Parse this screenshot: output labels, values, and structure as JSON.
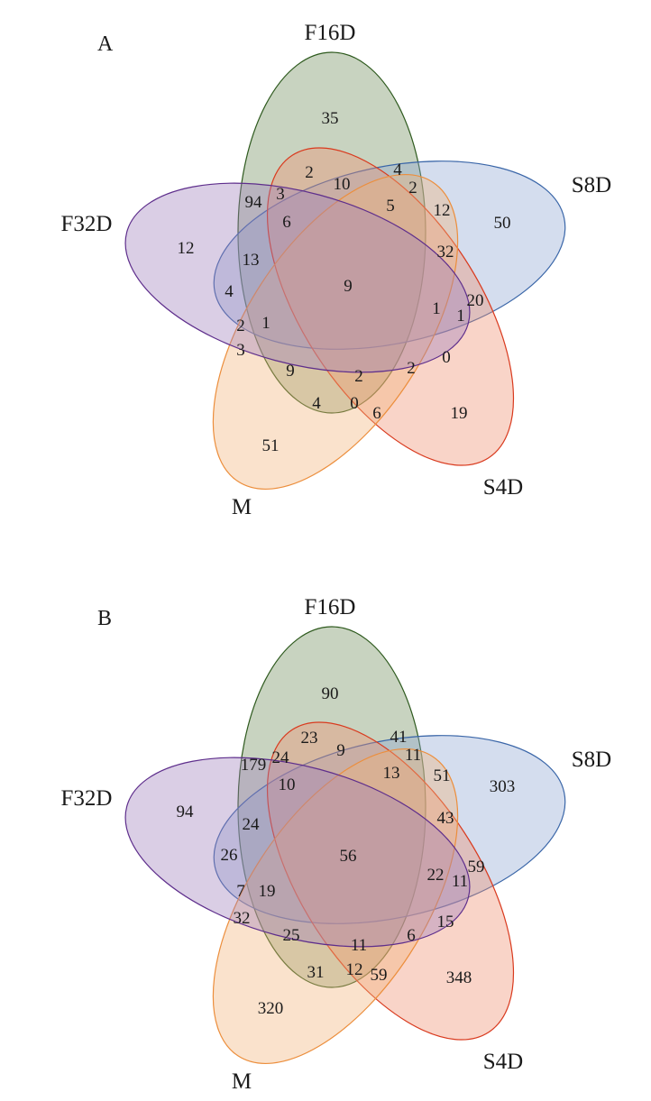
{
  "colors": {
    "F16D": {
      "fill": "#6f8c5a",
      "stroke": "#2e5a1e"
    },
    "S8D": {
      "fill": "#8ea6d2",
      "stroke": "#3a66a8"
    },
    "S4D": {
      "fill": "#ee8f6e",
      "stroke": "#d93a1e"
    },
    "M": {
      "fill": "#f2b27a",
      "stroke": "#ec8e3c"
    },
    "F32D": {
      "fill": "#9d7fba",
      "stroke": "#5e2e8c"
    }
  },
  "panels": [
    {
      "label": "A",
      "sets": {
        "F16D": "F16D",
        "S8D": "S8D",
        "S4D": "S4D",
        "M": "M",
        "F32D": "F32D"
      },
      "counts": [
        "35",
        "2",
        "10",
        "4",
        "2",
        "12",
        "50",
        "94",
        "3",
        "6",
        "5",
        "32",
        "12",
        "13",
        "9",
        "4",
        "1",
        "20",
        "2",
        "1",
        "1",
        "3",
        "9",
        "2",
        "2",
        "0",
        "4",
        "0",
        "6",
        "19",
        "51"
      ]
    },
    {
      "label": "B",
      "sets": {
        "F16D": "F16D",
        "S8D": "S8D",
        "S4D": "S4D",
        "M": "M",
        "F32D": "F32D"
      },
      "counts": [
        "90",
        "23",
        "9",
        "41",
        "11",
        "179",
        "24",
        "10",
        "13",
        "51",
        "303",
        "94",
        "24",
        "43",
        "56",
        "26",
        "22",
        "59",
        "11",
        "7",
        "19",
        "32",
        "25",
        "11",
        "6",
        "15",
        "31",
        "12",
        "59",
        "348",
        "320"
      ]
    }
  ]
}
